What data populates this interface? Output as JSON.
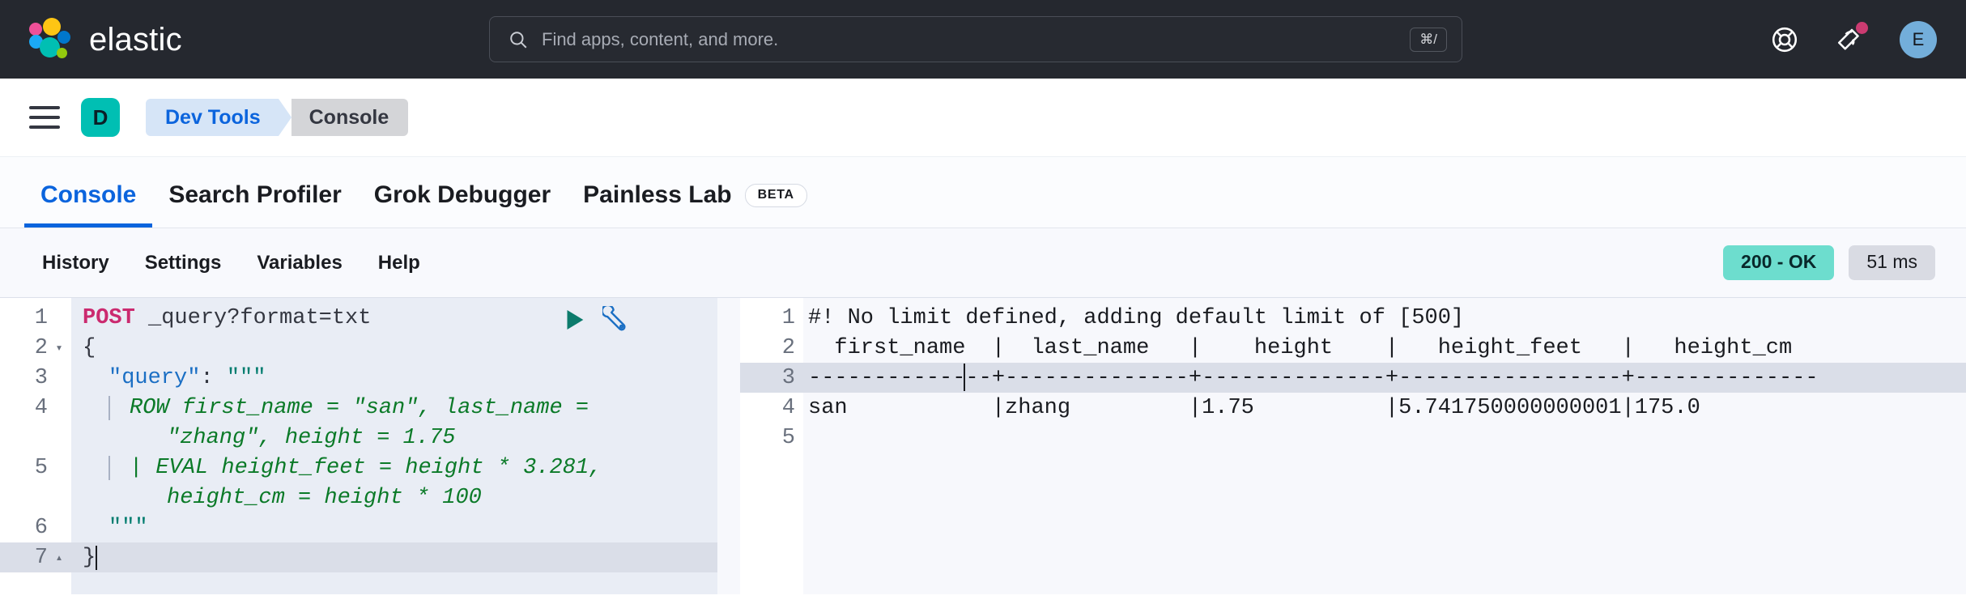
{
  "header": {
    "brand": "elastic",
    "logo_icon": "elastic-logo-icon",
    "search": {
      "icon": "search-icon",
      "placeholder": "Find apps, content, and more.",
      "value": "",
      "shortcut": "⌘/"
    },
    "help_icon": "lifebuoy-help-icon",
    "announcements_icon": "megaphone-announcements-icon",
    "has_notification": true,
    "notification_color": "#CB3B71",
    "avatar_initial": "E",
    "avatar_color": "#73AEDA",
    "background": "#25282F"
  },
  "breadcrumb_bar": {
    "menu_icon": "hamburger-menu-icon",
    "app_badge": "D",
    "app_badge_color": "#00BFB3",
    "crumbs": [
      {
        "label": "Dev Tools",
        "active": true
      },
      {
        "label": "Console",
        "active": false
      }
    ]
  },
  "tabs": [
    {
      "label": "Console",
      "active": true,
      "badge": ""
    },
    {
      "label": "Search Profiler",
      "active": false,
      "badge": ""
    },
    {
      "label": "Grok Debugger",
      "active": false,
      "badge": ""
    },
    {
      "label": "Painless Lab",
      "active": false,
      "badge": "BETA"
    }
  ],
  "submenu": {
    "items": [
      "History",
      "Settings",
      "Variables",
      "Help"
    ],
    "status_badge": "200 - OK",
    "status_color": "#6DDDCE",
    "time_badge": "51 ms"
  },
  "editor": {
    "run_icon": "play-send-request-icon",
    "wrench_icon": "wrench-tools-icon",
    "active_line": 7,
    "lines": [
      {
        "num": "1",
        "fold": ""
      },
      {
        "num": "2",
        "fold": "▾"
      },
      {
        "num": "3",
        "fold": ""
      },
      {
        "num": "4",
        "fold": ""
      },
      {
        "num": "5",
        "fold": ""
      },
      {
        "num": "6",
        "fold": ""
      },
      {
        "num": "7",
        "fold": "▴"
      }
    ],
    "code": {
      "method": "POST",
      "url": "_query?format=txt",
      "open_brace": "{",
      "key": "\"query\"",
      "colon": ": ",
      "triple_open": "\"\"\"",
      "esql_line1": "ROW first_name = \"san\", last_name =",
      "esql_line2": "\"zhang\", height = 1.75",
      "esql_line3": "| EVAL height_feet = height * 3.281,",
      "esql_line4": "height_cm = height * 100",
      "triple_close": "\"\"\"",
      "close_brace": "}"
    }
  },
  "response": {
    "active_line": 3,
    "line_numbers": [
      "1",
      "2",
      "3",
      "4",
      "5"
    ],
    "lines": [
      "#! No limit defined, adding default limit of [500]",
      "  first_name  |  last_name   |    height    |   height_feet   |   height_cm",
      "--------------+--------------+--------------+-----------------+--------------",
      "san           |zhang         |1.75          |5.741750000000001|175.0",
      ""
    ]
  }
}
